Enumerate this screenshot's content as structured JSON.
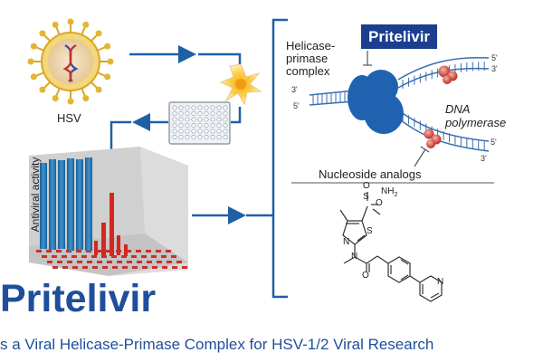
{
  "labels": {
    "hsv": "HSV",
    "helicase_primase": "Helicase-primase complex",
    "pritelivir_box": "Pritelivir",
    "dna_polymerase": "DNA polymerase",
    "nucleoside_analogs": "Nucleoside analogs",
    "antiviral_activity": "Antiviral activity",
    "five_prime": "5'",
    "three_prime": "3'"
  },
  "chemistry": {
    "sulfonamide_group": "NH",
    "subscript_2": "2",
    "sulfur": "S",
    "oxygen": "O",
    "nitrogen": "N"
  },
  "title": "Pritelivir",
  "subtitle": "s a Viral Helicase-Primase Complex for HSV-1/2 Viral Research",
  "colors": {
    "arrow_blue": "#1f5fa6",
    "title_blue": "#1f4e9c",
    "badge_navy": "#1b3e8f",
    "protein_blue": "#1f63b0",
    "dna_red": "#c2342d",
    "virus_gold": "#e3b536",
    "bar_blue": "#2b78b8",
    "bar_red": "#d6261e"
  }
}
